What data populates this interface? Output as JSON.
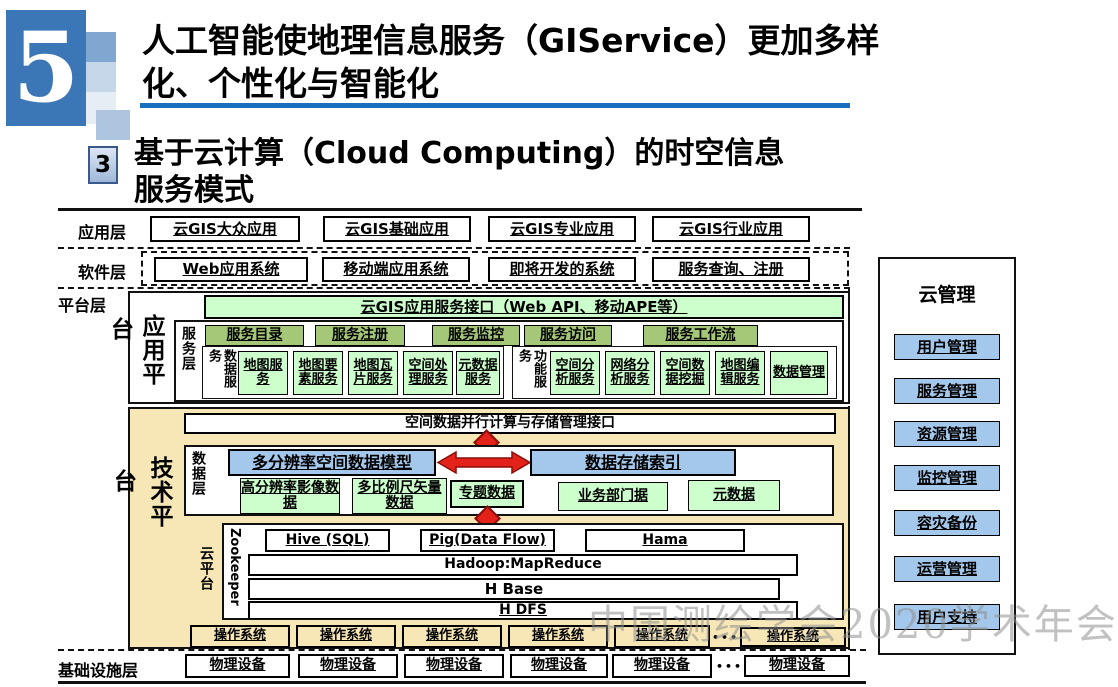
{
  "slide": {
    "number": "5",
    "title_line1": "人工智能使地理信息服务（GIService）更加多样",
    "title_line2": "化、个性化与智能化",
    "section_number": "3",
    "subtitle_line1": "基于云计算（Cloud Computing）的时空信息",
    "subtitle_line2": "服务模式",
    "watermark": "中国测绘学会2020学术年会"
  },
  "layers": {
    "application": {
      "label": "应用层",
      "boxes": [
        "云GIS大众应用",
        "云GIS基础应用",
        "云GIS专业应用",
        "云GIS行业应用"
      ]
    },
    "software": {
      "label": "软件层",
      "boxes": [
        "Web应用系统",
        "移动端应用系统",
        "即将开发的系统",
        "服务查询、注册"
      ]
    },
    "platform": {
      "label": "平台层"
    },
    "infrastructure": {
      "label": "基础设施层",
      "boxes": [
        "物理设备",
        "物理设备",
        "物理设备",
        "物理设备",
        "物理设备",
        "物理设备"
      ],
      "ellipsis": "•••"
    }
  },
  "app_platform": {
    "label_main": "应用平",
    "label_overflow": "台",
    "api_banner": "云GIS应用服务接口（Web API、移动APE等）",
    "service_layer_label": "服务层",
    "headers": [
      "服务目录",
      "服务注册",
      "服务监控",
      "服务访问",
      "服务工作流"
    ],
    "data_services": {
      "label": "数据服务",
      "boxes": [
        "地图服务",
        "地图要素服务",
        "地图瓦片服务",
        "空间处理服务",
        "元数据服务"
      ]
    },
    "function_services": {
      "label": "功能服务",
      "boxes": [
        "空间分析服务",
        "网络分析服务",
        "空间数据挖掘",
        "地图编辑服务",
        "数据管理"
      ]
    }
  },
  "tech_platform": {
    "label_main": "技术平",
    "label_overflow": "台",
    "interface_banner": "空间数据并行计算与存储管理接口",
    "data_layer": {
      "label": "数据层",
      "model_box": "多分辨率空间数据模型",
      "index_box": "数据存储索引",
      "boxes": [
        "高分辨率影像数据",
        "多比例尺矢量数据",
        "专题数据",
        "业务部门据",
        "元数据"
      ]
    },
    "cloud": {
      "label": "云平台",
      "zookeeper": "Zookeeper",
      "row1": [
        "Hive (SQL)",
        "Pig(Data Flow)",
        "Hama"
      ],
      "row2": "Hadoop:MapReduce",
      "row3": "H Base",
      "row4": "H DFS"
    },
    "os_boxes": [
      "操作系统",
      "操作系统",
      "操作系统",
      "操作系统",
      "操作系统",
      "操作系统"
    ],
    "ellipsis": "•••"
  },
  "cloud_management": {
    "title": "云管理",
    "items": [
      "用户管理",
      "服务管理",
      "资源管理",
      "监控管理",
      "容灾备份",
      "运营管理",
      "用户支持"
    ]
  },
  "colors": {
    "badge_blue": "#3B76B6",
    "title_underline": "#1A6FBF",
    "light_green": "#CCFFCC",
    "dark_green": "#A5C878",
    "light_blue": "#A4C8EC",
    "tan": "#F7E7B6",
    "arrow_red": "#E32219"
  }
}
